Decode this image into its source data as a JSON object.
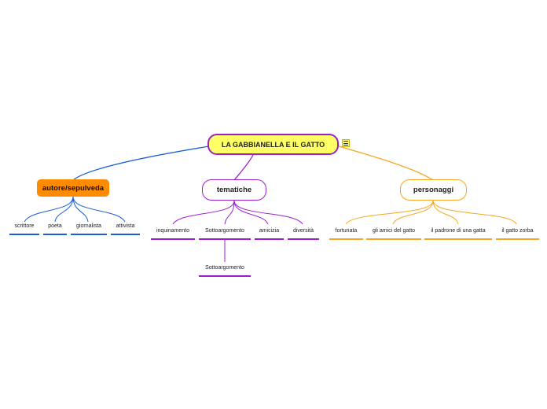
{
  "root": {
    "label": "LA GABBIANELLA E IL GATTO",
    "menu_icon": "hamburger-menu-icon"
  },
  "branches": [
    {
      "id": "autore",
      "label": "autore/sepulveda",
      "color": "#1a5fd6",
      "children": [
        "scrittore",
        "poeta",
        "giornalista",
        "attivista"
      ]
    },
    {
      "id": "tematiche",
      "label": "tematiche",
      "color": "#9b1fcf",
      "children": [
        "inquinamento",
        "Sottoargomento",
        "amicizia",
        "diversità"
      ],
      "sub": {
        "parent_index": 1,
        "label": "Sottoargomento"
      }
    },
    {
      "id": "personaggi",
      "label": "personaggi",
      "color": "#f5a623",
      "children": [
        "fortunata",
        "gli amici del gatto",
        "il padrone di una gatta",
        "il gatto zorba"
      ]
    }
  ]
}
